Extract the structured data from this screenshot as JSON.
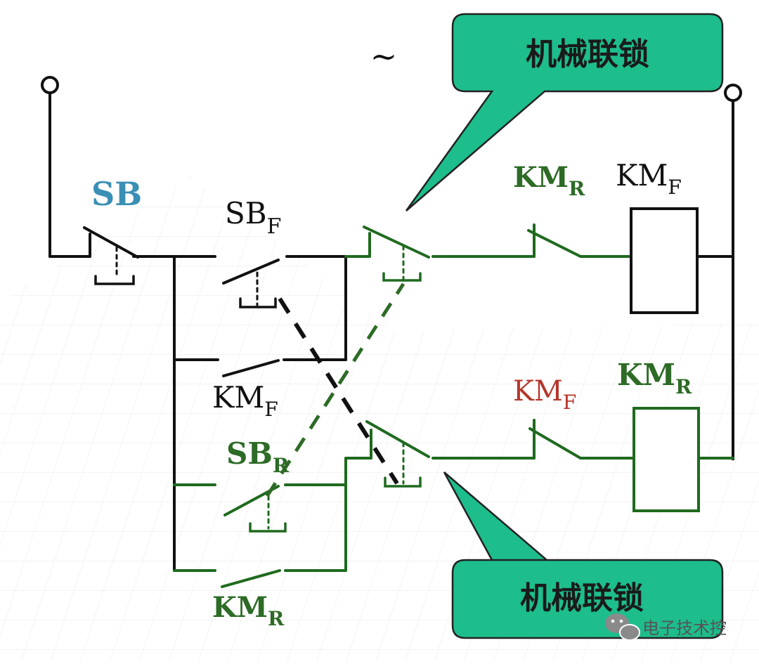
{
  "title": "~",
  "callout_top": "机械联锁",
  "callout_bottom": "机械联锁",
  "labels": {
    "sb": "SB",
    "sbf_main": "SB",
    "sbf_sub": "F",
    "kmf_hold_main": "KM",
    "kmf_hold_sub": "F",
    "sbr_main": "SB",
    "sbr_sub": "R",
    "kmr_hold_main": "KM",
    "kmr_hold_sub": "R",
    "kmr_interlock_main": "KM",
    "kmr_interlock_sub": "R",
    "kmf_coil_main": "KM",
    "kmf_coil_sub": "F",
    "kmf_interlock_main": "KM",
    "kmf_interlock_sub": "F",
    "kmr_coil_main": "KM",
    "kmr_coil_sub": "R"
  },
  "watermark": "电子技术控",
  "colors": {
    "wire_black": "#111111",
    "wire_green": "#1f6a1f",
    "callout_fill": "#1dbd8c",
    "callout_stroke": "#222222",
    "sb_blue": "#3a8fb5",
    "label_green": "#2d6b26",
    "label_red": "#b5352a",
    "label_black": "#111111"
  }
}
